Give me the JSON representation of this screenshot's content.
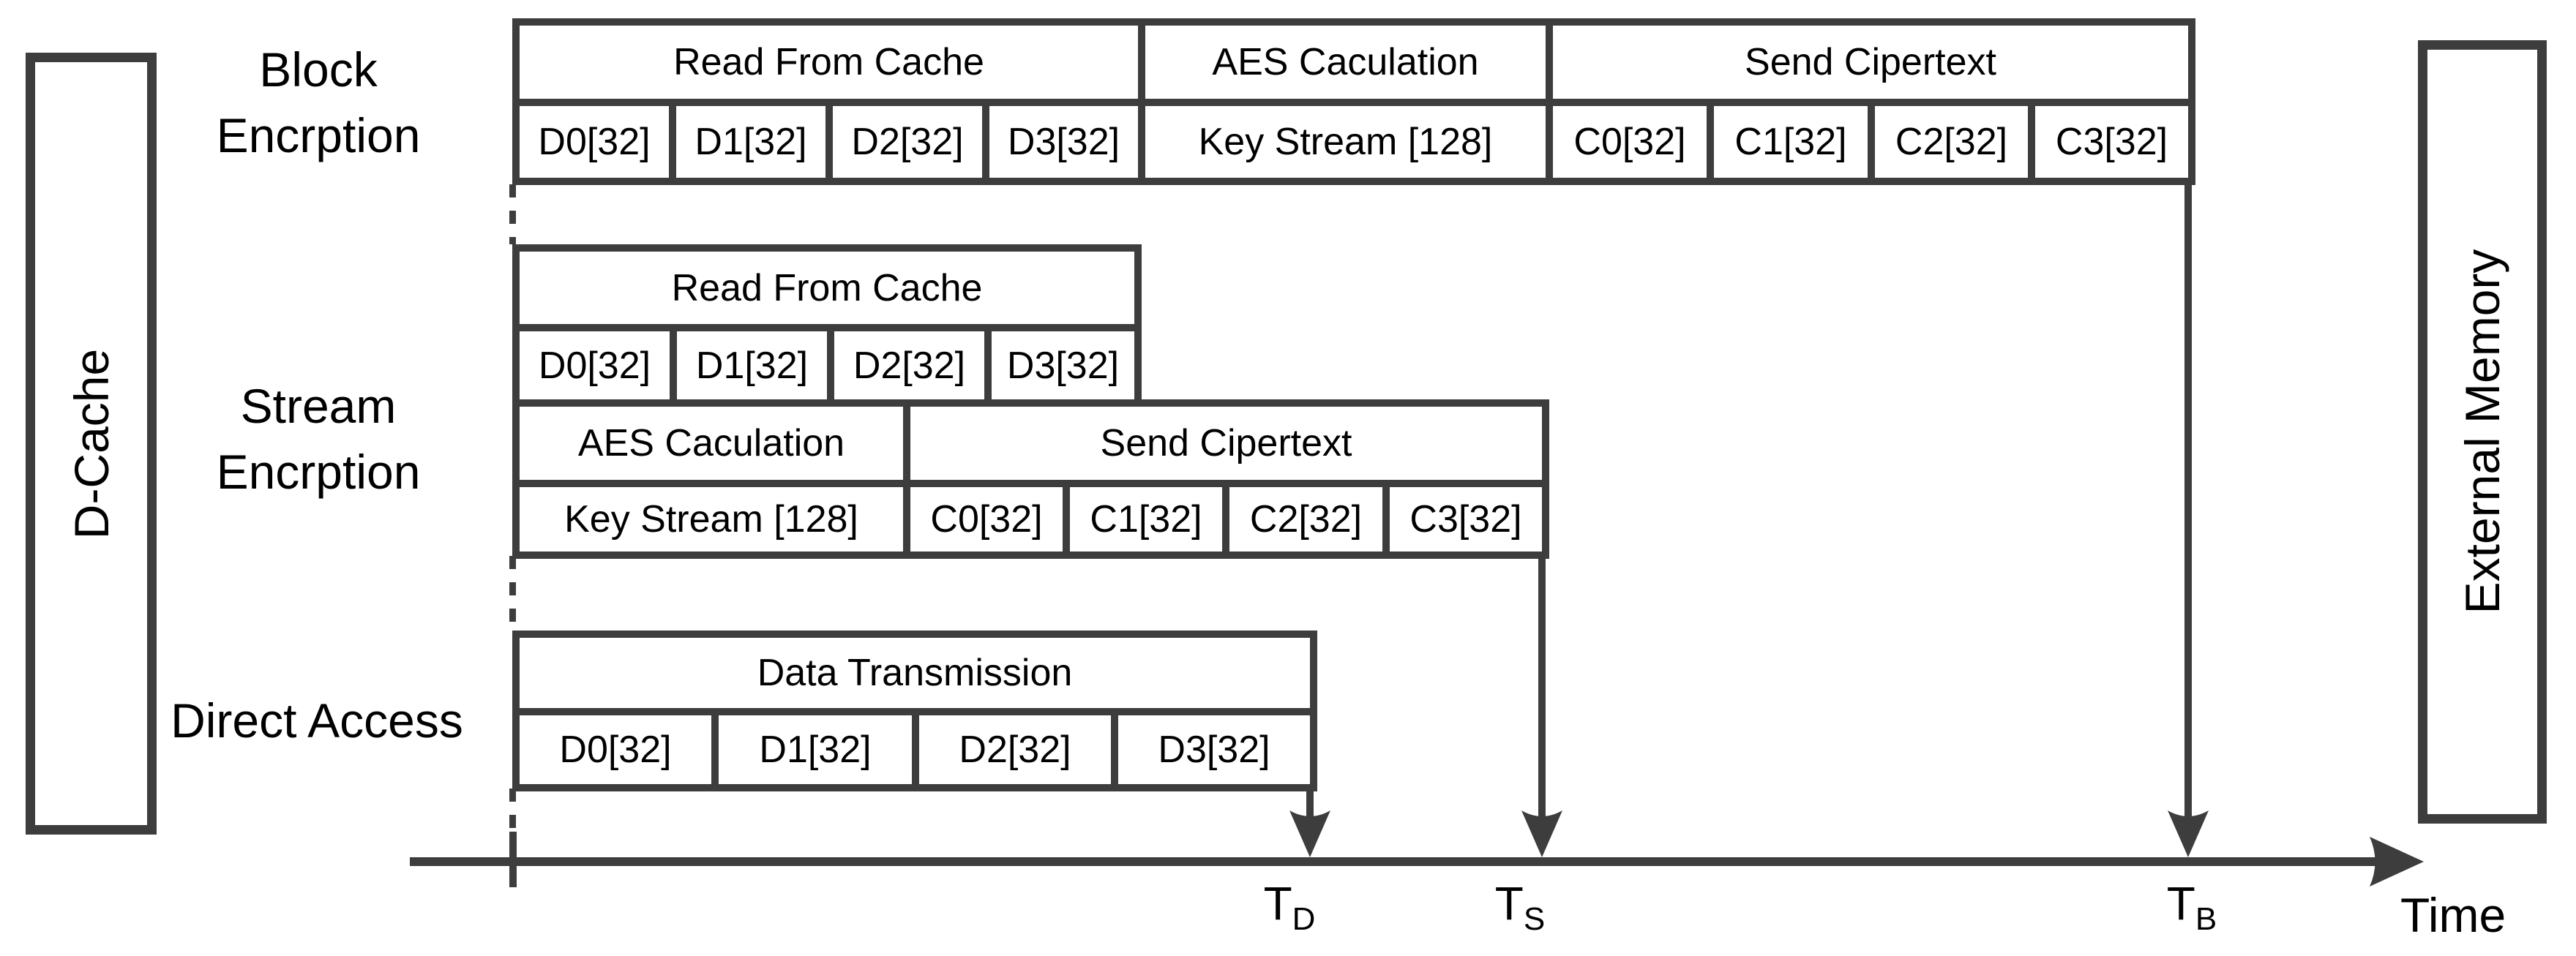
{
  "left_panel": {
    "label": "D-Cache"
  },
  "right_panel": {
    "label": "External Memory"
  },
  "rows": {
    "block": {
      "label_line1": "Block",
      "label_line2": "Encrption",
      "phase_read": "Read From Cache",
      "phase_aes": "AES Caculation",
      "phase_send": "Send Cipertext",
      "cells": {
        "d0": "D0[32]",
        "d1": "D1[32]",
        "d2": "D2[32]",
        "d3": "D3[32]",
        "keystream": "Key Stream [128]",
        "c0": "C0[32]",
        "c1": "C1[32]",
        "c2": "C2[32]",
        "c3": "C3[32]"
      }
    },
    "stream": {
      "label_line1": "Stream",
      "label_line2": "Encrption",
      "phase_read": "Read From Cache",
      "phase_aes": "AES Caculation",
      "phase_send": "Send Cipertext",
      "cells": {
        "d0": "D0[32]",
        "d1": "D1[32]",
        "d2": "D2[32]",
        "d3": "D3[32]",
        "keystream": "Key Stream [128]",
        "c0": "C0[32]",
        "c1": "C1[32]",
        "c2": "C2[32]",
        "c3": "C3[32]"
      }
    },
    "direct": {
      "label": "Direct Access",
      "phase_data": "Data Transmission",
      "cells": {
        "d0": "D0[32]",
        "d1": "D1[32]",
        "d2": "D2[32]",
        "d3": "D3[32]"
      }
    }
  },
  "axis": {
    "time_label": "Time",
    "markers": {
      "td": {
        "base": "T",
        "sub": "D"
      },
      "ts": {
        "base": "T",
        "sub": "S"
      },
      "tb": {
        "base": "T",
        "sub": "B"
      }
    }
  },
  "colors": {
    "line": "#3d3d3d",
    "text": "#000000",
    "background": "#ffffff"
  }
}
